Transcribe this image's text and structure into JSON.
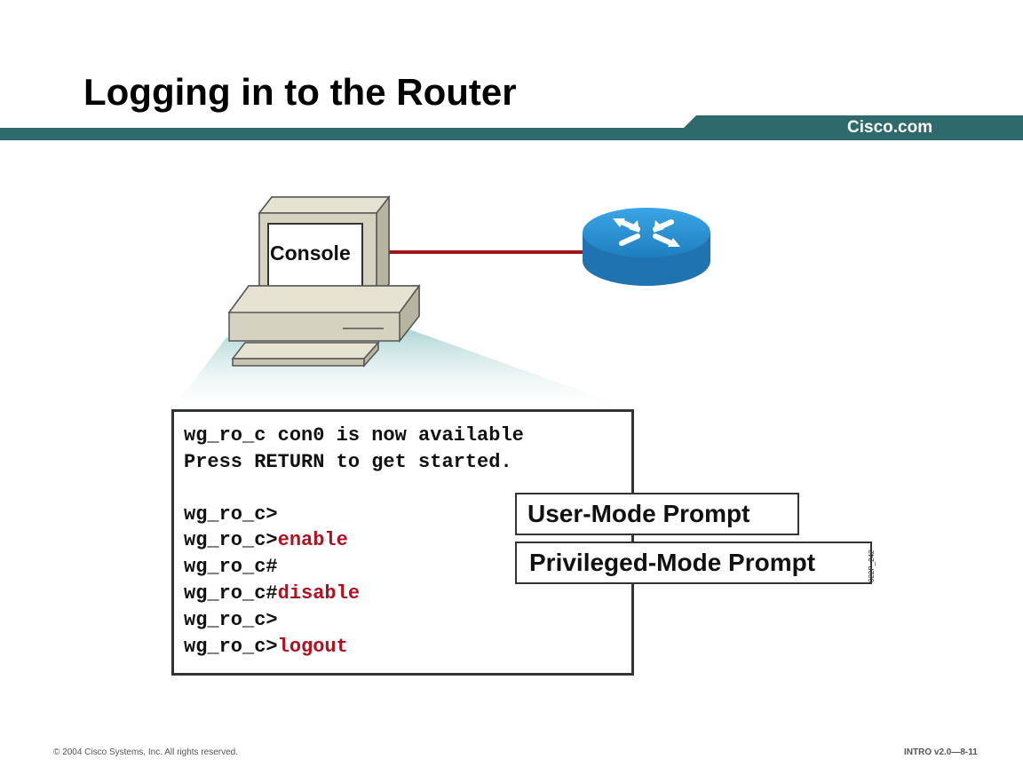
{
  "slide": {
    "title": "Logging in to the Router",
    "brand": "Cisco.com",
    "figure_id": "022P_242"
  },
  "diagram": {
    "console_label": "Console",
    "terminal_lines": [
      {
        "prompt": "wg_ro_c con0 is now available",
        "command": ""
      },
      {
        "prompt": "Press RETURN to get started.",
        "command": ""
      },
      {
        "prompt": "",
        "command": ""
      },
      {
        "prompt": "wg_ro_c>",
        "command": ""
      },
      {
        "prompt": "wg_ro_c>",
        "command": "enable"
      },
      {
        "prompt": "wg_ro_c#",
        "command": ""
      },
      {
        "prompt": "wg_ro_c#",
        "command": "disable"
      },
      {
        "prompt": "wg_ro_c>",
        "command": ""
      },
      {
        "prompt": "wg_ro_c>",
        "command": "logout"
      }
    ],
    "callouts": {
      "user_mode": "User-Mode Prompt",
      "privileged_mode": "Privileged-Mode Prompt"
    },
    "colors": {
      "header_teal": "#2e6a6c",
      "cable_red": "#a0141e",
      "router_blue": "#2a8fd0",
      "command_red": "#b01020"
    }
  },
  "footer": {
    "copyright": "© 2004 Cisco Systems, Inc. All rights reserved.",
    "course": "INTRO v2.0—8-11"
  }
}
